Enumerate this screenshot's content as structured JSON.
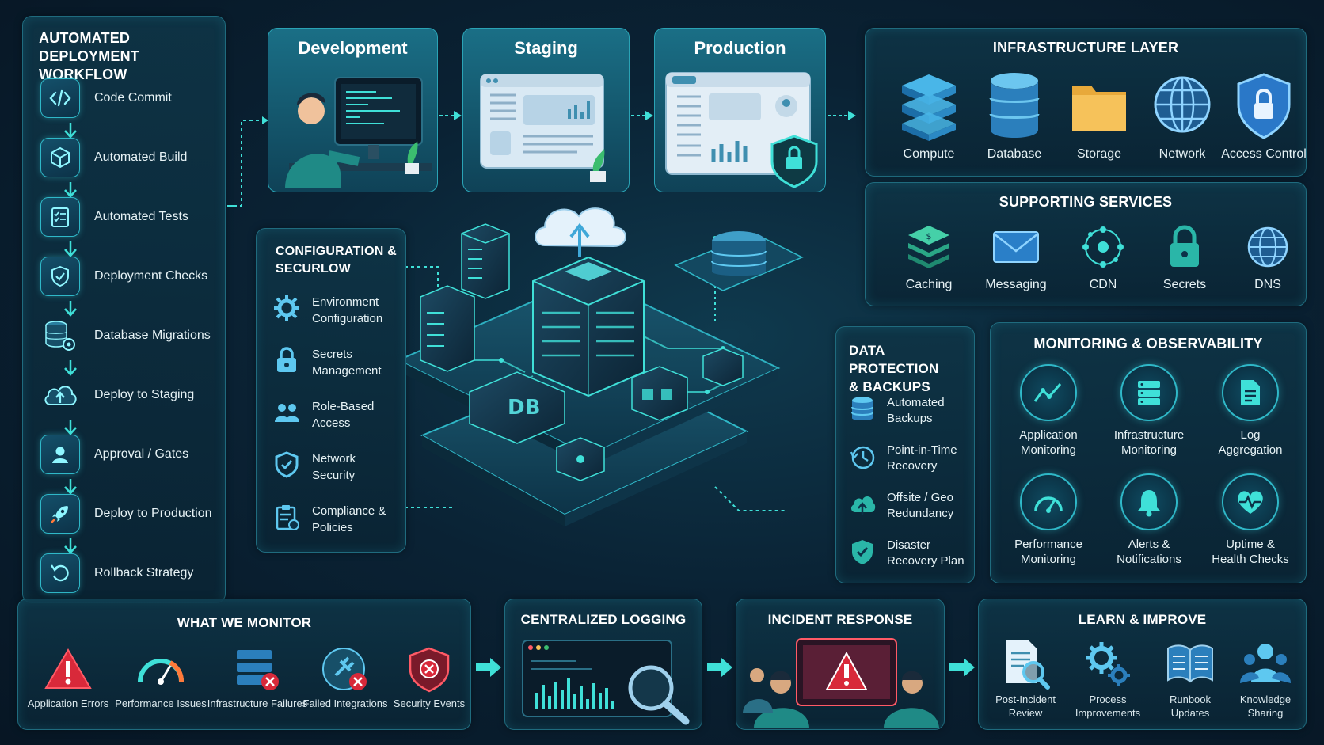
{
  "workflow": {
    "title_line1": "AUTOMATED DEPLOYMENT",
    "title_line2": "WORKFLOW",
    "steps": [
      {
        "label": "Code Commit",
        "icon": "code-icon"
      },
      {
        "label": "Automated Build",
        "icon": "cube-icon"
      },
      {
        "label": "Automated Tests",
        "icon": "checklist-icon"
      },
      {
        "label": "Deployment Checks",
        "icon": "shield-check-icon"
      },
      {
        "label": "Database Migrations",
        "icon": "database-gear-icon"
      },
      {
        "label": "Deploy to Staging",
        "icon": "cloud-upload-icon"
      },
      {
        "label": "Approval / Gates",
        "icon": "user-icon"
      },
      {
        "label": "Deploy to Production",
        "icon": "rocket-icon"
      },
      {
        "label": "Rollback Strategy",
        "icon": "rollback-icon"
      }
    ]
  },
  "environments": [
    {
      "label": "Development"
    },
    {
      "label": "Staging"
    },
    {
      "label": "Production"
    }
  ],
  "infrastructure": {
    "title": "INFRASTRUCTURE LAYER",
    "items": [
      {
        "label": "Compute",
        "icon": "server-stack-icon"
      },
      {
        "label": "Database",
        "icon": "database-icon"
      },
      {
        "label": "Storage",
        "icon": "folder-icon"
      },
      {
        "label": "Network",
        "icon": "globe-icon"
      },
      {
        "label": "Access Control",
        "icon": "shield-lock-icon"
      }
    ]
  },
  "supporting": {
    "title": "SUPPORTING SERVICES",
    "items": [
      {
        "label": "Caching",
        "icon": "layers-icon"
      },
      {
        "label": "Messaging",
        "icon": "envelope-icon"
      },
      {
        "label": "CDN",
        "icon": "cdn-icon"
      },
      {
        "label": "Secrets",
        "icon": "lock-icon"
      },
      {
        "label": "DNS",
        "icon": "globe-icon"
      }
    ]
  },
  "configuration": {
    "title_line1": "CONFIGURATION &",
    "title_line2": "SECURLOW",
    "items": [
      {
        "line1": "Environment",
        "line2": "Configuration",
        "icon": "gear-icon"
      },
      {
        "line1": "Secrets",
        "line2": "Management",
        "icon": "lock-icon"
      },
      {
        "line1": "Role-Based",
        "line2": "Access",
        "icon": "users-icon"
      },
      {
        "line1": "Network",
        "line2": "Security",
        "icon": "shield-check-icon"
      },
      {
        "line1": "Compliance &",
        "line2": "Policies",
        "icon": "clipboard-icon"
      }
    ]
  },
  "data_protection": {
    "title_line1": "DATA PROTECTION",
    "title_line2": "& BACKUPS",
    "items": [
      {
        "line1": "Automated",
        "line2": "Backups",
        "icon": "database-icon"
      },
      {
        "line1": "Point-in-Time",
        "line2": "Recovery",
        "icon": "clock-icon"
      },
      {
        "line1": "Offsite / Geo",
        "line2": "Redundancy",
        "icon": "cloud-upload-icon"
      },
      {
        "line1": "Disaster",
        "line2": "Recovery Plan",
        "icon": "shield-check-icon"
      }
    ]
  },
  "monitoring": {
    "title": "MONITORING & OBSERVABILITY",
    "items": [
      {
        "line1": "Application",
        "line2": "Monitoring",
        "icon": "chart-line-icon"
      },
      {
        "line1": "Infrastructure",
        "line2": "Monitoring",
        "icon": "server-icon"
      },
      {
        "line1": "Log",
        "line2": "Aggregation",
        "icon": "document-icon"
      },
      {
        "line1": "Performance",
        "line2": "Monitoring",
        "icon": "gauge-icon"
      },
      {
        "line1": "Alerts &",
        "line2": "Notifications",
        "icon": "bell-icon"
      },
      {
        "line1": "Uptime &",
        "line2": "Health Checks",
        "icon": "heart-pulse-icon"
      }
    ]
  },
  "what_we_monitor": {
    "title": "WHAT WE MONITOR",
    "items": [
      {
        "label": "Application Errors",
        "icon": "warning-icon"
      },
      {
        "label": "Performance Issues",
        "icon": "gauge-icon"
      },
      {
        "label": "Infrastructure Failures",
        "icon": "server-error-icon"
      },
      {
        "label": "Failed Integrations",
        "icon": "plug-error-icon"
      },
      {
        "label": "Security Events",
        "icon": "shield-x-icon"
      }
    ]
  },
  "centralized_logging": {
    "title": "CENTRALIZED LOGGING"
  },
  "incident_response": {
    "title": "INCIDENT RESPONSE"
  },
  "learn_improve": {
    "title": "LEARN & IMPROVE",
    "items": [
      {
        "line1": "Post-Incident",
        "line2": "Review",
        "icon": "document-search-icon"
      },
      {
        "line1": "Process",
        "line2": "Improvements",
        "icon": "gears-icon"
      },
      {
        "line1": "Runbook",
        "line2": "Updates",
        "icon": "book-icon"
      },
      {
        "line1": "Knowledge",
        "line2": "Sharing",
        "icon": "team-icon"
      }
    ]
  },
  "colors": {
    "accent": "#3fe0d8",
    "alert": "#d8293a",
    "panel_border": "#1f6b7e"
  }
}
